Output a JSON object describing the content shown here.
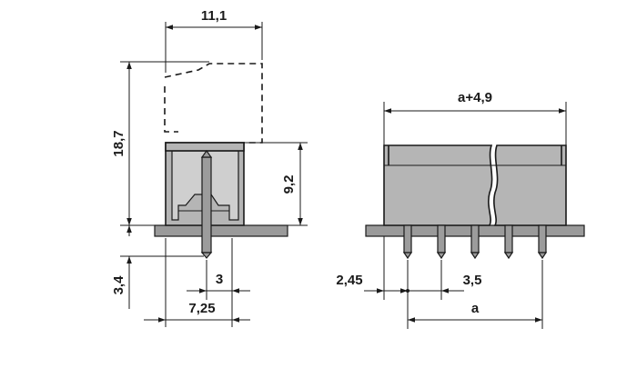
{
  "drawing": {
    "side_view": {
      "dims": {
        "width_top": "11,1",
        "height_total": "18,7",
        "height_body": "9,2",
        "pin_below": "3,4",
        "pin_offset": "3",
        "base_width": "7,25"
      }
    },
    "front_view": {
      "dims": {
        "overall_length": "a+4,9",
        "first_offset": "2,45",
        "pitch": "3,5",
        "pin_span": "a"
      }
    }
  }
}
